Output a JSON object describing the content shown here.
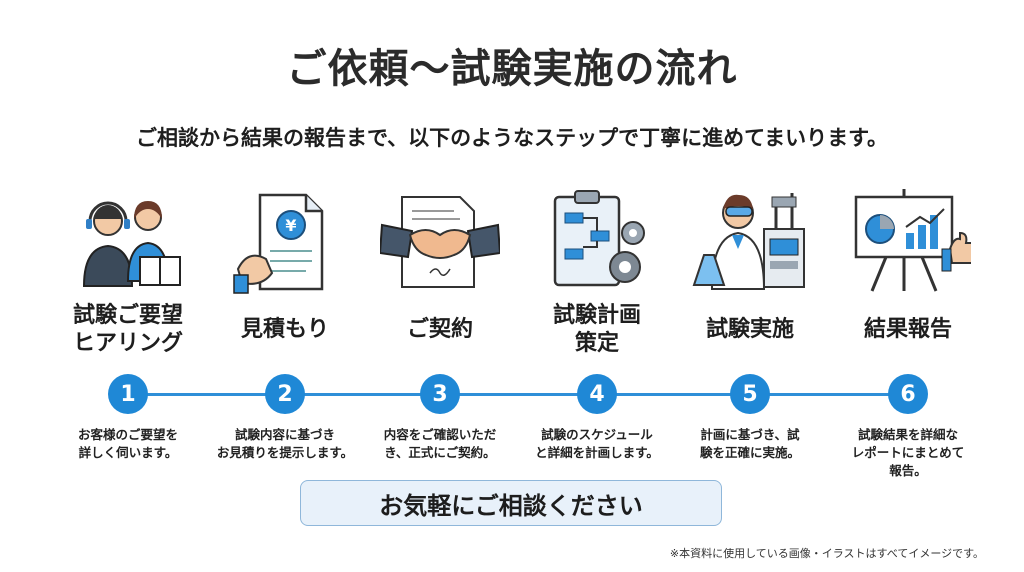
{
  "header": {
    "title": "ご依頼〜試験実施の流れ",
    "subtitle": "ご相談から結果の報告まで、以下のようなステップで丁寧に進めてまいります。"
  },
  "steps": [
    {
      "number": "1",
      "title": "試験ご要望\nヒアリング",
      "description": "お客様のご要望を\n詳しく伺います。",
      "icon": "customer-support-icon"
    },
    {
      "number": "2",
      "title": "見積もり",
      "description": "試験内容に基づき\nお見積りを提示します。",
      "icon": "estimate-document-icon"
    },
    {
      "number": "3",
      "title": "ご契約",
      "description": "内容をご確認いただ\nき、正式にご契約。",
      "icon": "handshake-contract-icon"
    },
    {
      "number": "4",
      "title": "試験計画\n策定",
      "description": "試験のスケジュール\nと詳細を計画します。",
      "icon": "planning-flowchart-icon"
    },
    {
      "number": "5",
      "title": "試験実施",
      "description": "計画に基づき、試\n験を正確に実施。",
      "icon": "scientist-lab-icon"
    },
    {
      "number": "6",
      "title": "結果報告",
      "description": "試験結果を詳細な\nレポートにまとめて\n報告。",
      "icon": "report-chart-icon"
    }
  ],
  "cta": {
    "label": "お気軽にご相談ください"
  },
  "footer": {
    "note": "※本資料に使用している画像・イラストはすべてイメージです。"
  },
  "colors": {
    "accent": "#1f88d6",
    "line": "#2f8fd8",
    "cta_bg": "#e8f1fa"
  }
}
